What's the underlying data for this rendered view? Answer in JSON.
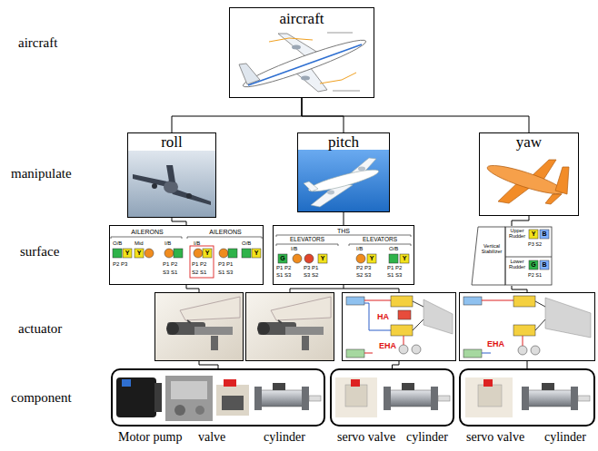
{
  "diagram": {
    "nodes": [
      {
        "text": [
          "aircraft"
        ]
      },
      {
        "text": [
          "roll"
        ]
      },
      {
        "text": [
          "pitch"
        ]
      },
      {
        "text": [
          "yaw"
        ]
      },
      {
        "text": [
          "AILERONS",
          "AILERONS"
        ]
      },
      {
        "text": [
          "THS"
        ]
      },
      {
        "text": [
          "Vertical Stabilizer"
        ]
      },
      {
        "text": [
          "HA",
          "EHA"
        ]
      },
      {
        "text": [
          "EHA"
        ]
      },
      {
        "text": [
          "Motor pump",
          "valve",
          "cylinder"
        ]
      },
      {
        "text": [
          "servo valve",
          "cylinder"
        ]
      },
      {
        "text": [
          "servo valve",
          "cylinder"
        ]
      }
    ],
    "edges": [
      {
        "from": 0,
        "to": 1,
        "arrow": "none"
      },
      {
        "from": 0,
        "to": 2,
        "arrow": "none"
      },
      {
        "from": 0,
        "to": 3,
        "arrow": "none"
      },
      {
        "from": 1,
        "to": 4,
        "arrow": "none"
      },
      {
        "from": 2,
        "to": 5,
        "arrow": "none"
      },
      {
        "from": 3,
        "to": 6,
        "arrow": "none"
      },
      {
        "from": 5,
        "to": 7,
        "arrow": "none"
      },
      {
        "from": 6,
        "to": 8,
        "arrow": "none"
      },
      {
        "from": 7,
        "to": 10,
        "arrow": "none"
      },
      {
        "from": 8,
        "to": 11,
        "arrow": "none"
      }
    ],
    "labels": [
      "aircraft",
      "manipulate",
      "surface",
      "actuator",
      "component",
      "O/B",
      "Mid",
      "I/B",
      "I/B",
      "O/B",
      "Y",
      "Y",
      "Y",
      "Y",
      "P2 P3",
      "P1 P2",
      "S3 S1",
      "P1 P2",
      "S2 S1",
      "P3 P1",
      "S1 S3",
      "ELEVATORS",
      "ELEVATORS",
      "I/B",
      "I/B",
      "O/B",
      "G",
      "Y",
      "Y",
      "Y",
      "P1 P2",
      "S1 S3",
      "P3 P1",
      "S3 S2",
      "P2 P3",
      "S2 S3",
      "P1 P2",
      "S1 S3",
      "Upper Rudder",
      "Lower Rudder",
      "Y",
      "B",
      "P3 S2",
      "G",
      "B",
      "P2 S1"
    ]
  }
}
